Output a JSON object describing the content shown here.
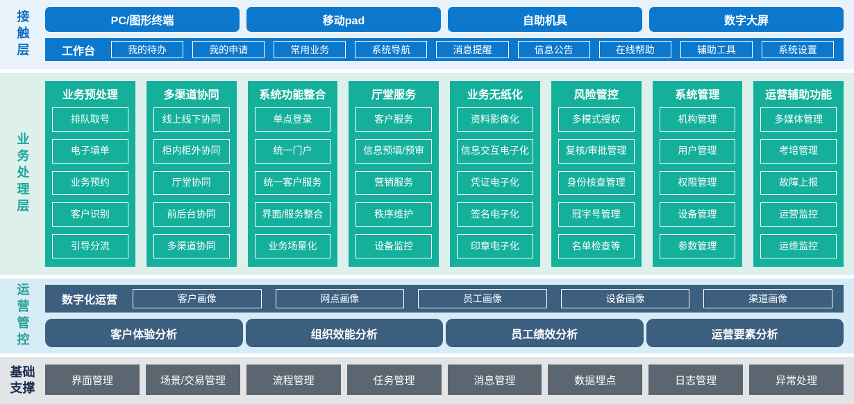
{
  "layers": {
    "contact": {
      "label": "接触层",
      "terminals": [
        "PC/图形终端",
        "移动pad",
        "自助机具",
        "数字大屏"
      ],
      "workbench": {
        "label": "工作台",
        "items": [
          "我的待办",
          "我的申请",
          "常用业务",
          "系统导航",
          "消息提醒",
          "信息公告",
          "在线帮助",
          "辅助工具",
          "系统设置"
        ]
      }
    },
    "business": {
      "label": "业务处理层",
      "columns": [
        {
          "title": "业务预处理",
          "items": [
            "排队取号",
            "电子填单",
            "业务预约",
            "客户识别",
            "引导分流"
          ]
        },
        {
          "title": "多渠道协同",
          "items": [
            "线上线下协同",
            "柜内柜外协同",
            "厅堂协同",
            "前后台协同",
            "多渠道协同"
          ]
        },
        {
          "title": "系统功能整合",
          "items": [
            "单点登录",
            "统一门户",
            "统一客户服务",
            "界面/服务整合",
            "业务场景化"
          ]
        },
        {
          "title": "厅堂服务",
          "items": [
            "客户服务",
            "信息预填/预审",
            "营销服务",
            "秩序维护",
            "设备监控"
          ]
        },
        {
          "title": "业务无纸化",
          "items": [
            "资料影像化",
            "信息交互电子化",
            "凭证电子化",
            "签名电子化",
            "印章电子化"
          ]
        },
        {
          "title": "风险管控",
          "items": [
            "多模式授权",
            "复核/审批管理",
            "身份核查管理",
            "冠字号管理",
            "名单检查等"
          ]
        },
        {
          "title": "系统管理",
          "items": [
            "机构管理",
            "用户管理",
            "权限管理",
            "设备管理",
            "参数管理"
          ]
        },
        {
          "title": "运营辅助功能",
          "items": [
            "多媒体管理",
            "考培管理",
            "故障上报",
            "运营监控",
            "运维监控"
          ]
        }
      ]
    },
    "operation": {
      "label": "运营管控",
      "digital": {
        "label": "数字化运营",
        "items": [
          "客户画像",
          "网点画像",
          "员工画像",
          "设备画像",
          "渠道画像"
        ]
      },
      "analysis": [
        "客户体验分析",
        "组织效能分析",
        "员工绩效分析",
        "运营要素分析"
      ]
    },
    "foundation": {
      "label": "基础支撑",
      "items": [
        "界面管理",
        "场景/交易管理",
        "流程管理",
        "任务管理",
        "消息管理",
        "数据埋点",
        "日志管理",
        "异常处理"
      ]
    }
  },
  "colors": {
    "contact_blue": "#0c78cd",
    "contact_label_blue": "#0b6cbe",
    "contact_bg": "#e8f2fa",
    "business_green": "#15b09c",
    "business_label_green": "#16a896",
    "business_bg": "#def0ec",
    "operation_slate": "#3c5e7f",
    "operation_label_teal": "#27a095",
    "operation_bg": "#d6ecf6",
    "foundation_gray": "#5c6670",
    "foundation_label_navy": "#1c2b4e",
    "foundation_bg": "#e3e4e6"
  }
}
